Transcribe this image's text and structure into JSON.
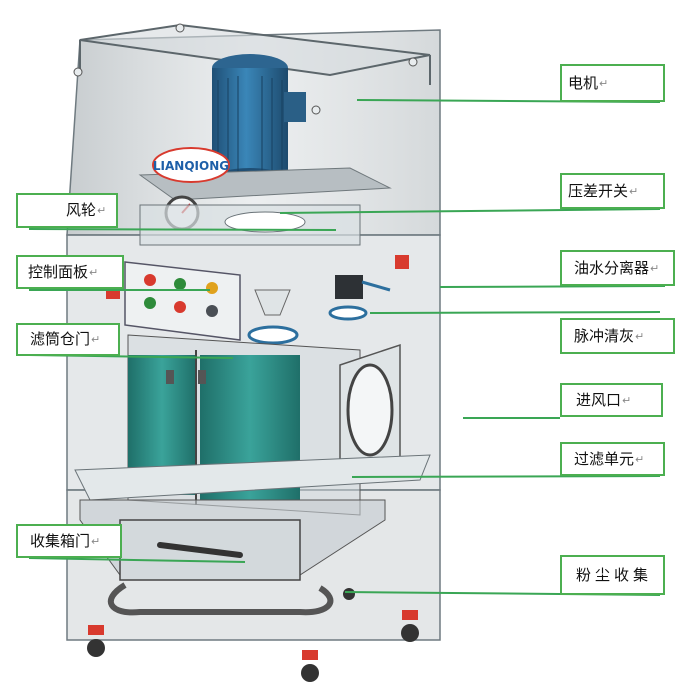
{
  "labels": {
    "motor": "电机",
    "pressure_switch": "压差开关",
    "oil_water_separator": "油水分离器",
    "pulse_cleaning": "脉冲清灰",
    "air_inlet": "进风口",
    "filter_unit": "过滤单元",
    "dust_collection": "粉尘收集",
    "fan_wheel": "风轮",
    "control_panel": "控制面板",
    "filter_door": "滤筒仓门",
    "bin_door": "收集箱门",
    "logo_text": "LIANQIONG"
  },
  "return_mark": "↵",
  "colors": {
    "callout_border": "#4caf50",
    "leader_line": "#3aa655",
    "motor_blue": "#2f6e9e",
    "filter_teal": "#2e8b82",
    "frame_gray": "#8a9499",
    "panel_red": "#d83a2e"
  }
}
